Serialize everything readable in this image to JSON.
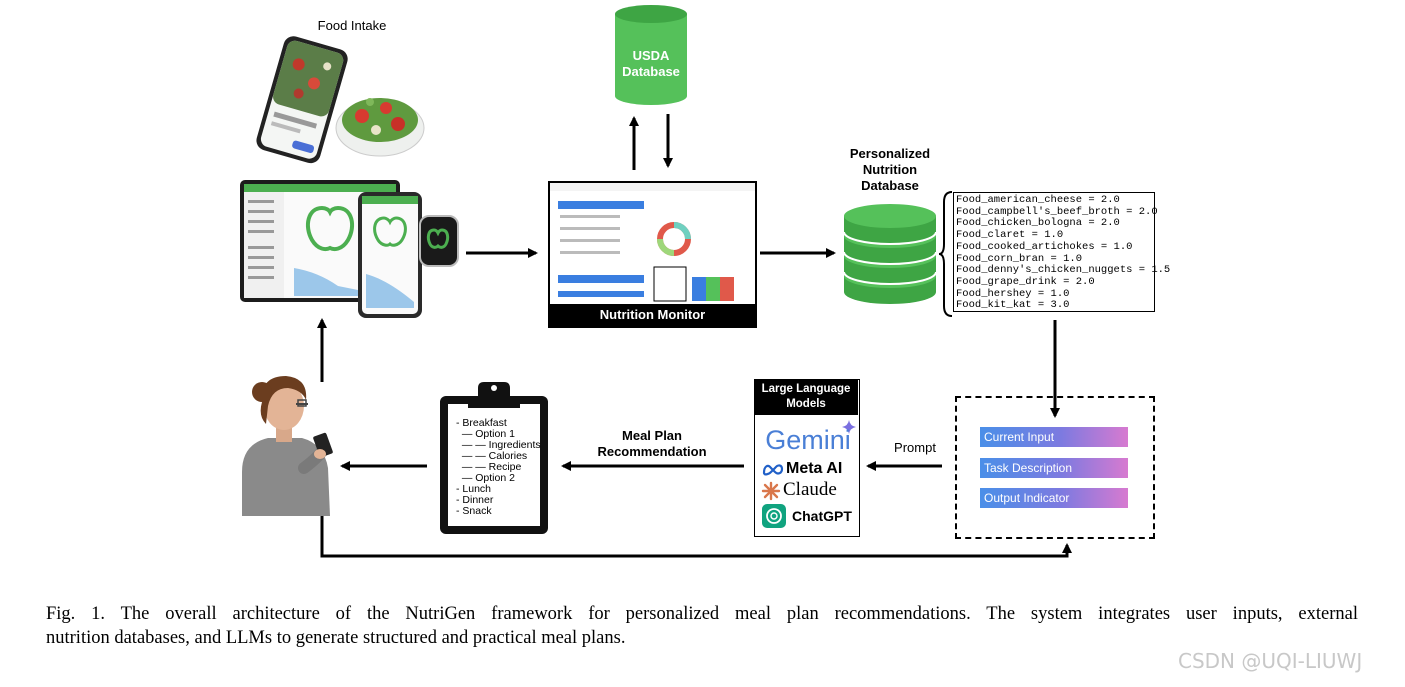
{
  "nodes": {
    "food_intake": "Food Intake",
    "usda_line1": "USDA",
    "usda_line2": "Database",
    "nutrition_monitor": "Nutrition Monitor",
    "personalized_line1": "Personalized",
    "personalized_line2": "Nutrition",
    "personalized_line3": "Database",
    "llm_line1": "Large Language",
    "llm_line2": "Models"
  },
  "nutrition_entries": [
    "Food_american_cheese = 2.0",
    "Food_campbell's_beef_broth = 2.0",
    "Food_chicken_bologna = 2.0",
    "Food_claret = 1.0",
    "Food_cooked_artichokes = 1.0",
    "Food_corn_bran = 1.0",
    "Food_denny's_chicken_nuggets = 1.5",
    "Food_grape_drink = 2.0",
    "Food_hershey = 1.0",
    "Food_kit_kat = 3.0"
  ],
  "prompt_components": [
    "Current Input",
    "Task Description",
    "Output Indicator"
  ],
  "edge_labels": {
    "prompt": "Prompt",
    "meal_plan_line1": "Meal Plan",
    "meal_plan_line2": "Recommendation"
  },
  "llm_models": [
    "Gemini",
    "Meta AI",
    "Claude",
    "ChatGPT"
  ],
  "meal_plan_items": [
    "- Breakfast",
    "  — Option 1",
    "  — — Ingredients",
    "  — — Calories",
    "  — — Recipe",
    "  — Option 2",
    "- Lunch",
    "- Dinner",
    "- Snack"
  ],
  "caption": {
    "line1": "Fig. 1.    The overall architecture of the NutriGen framework for personalized meal plan recommendations. The system integrates user inputs, external",
    "line2": "nutrition databases, and LLMs to generate structured and practical meal plans."
  },
  "watermark": "CSDN @UQI-LIUWJ",
  "colors": {
    "db_green": "#55c15a",
    "db_green_dark": "#3ea544",
    "app_green": "#4caf50",
    "gemini_blue": "#4a7fd6",
    "claude_orange": "#d9774b",
    "prompt_gradient_start": "#4a8fe8",
    "prompt_gradient_end": "#d77ad0"
  }
}
